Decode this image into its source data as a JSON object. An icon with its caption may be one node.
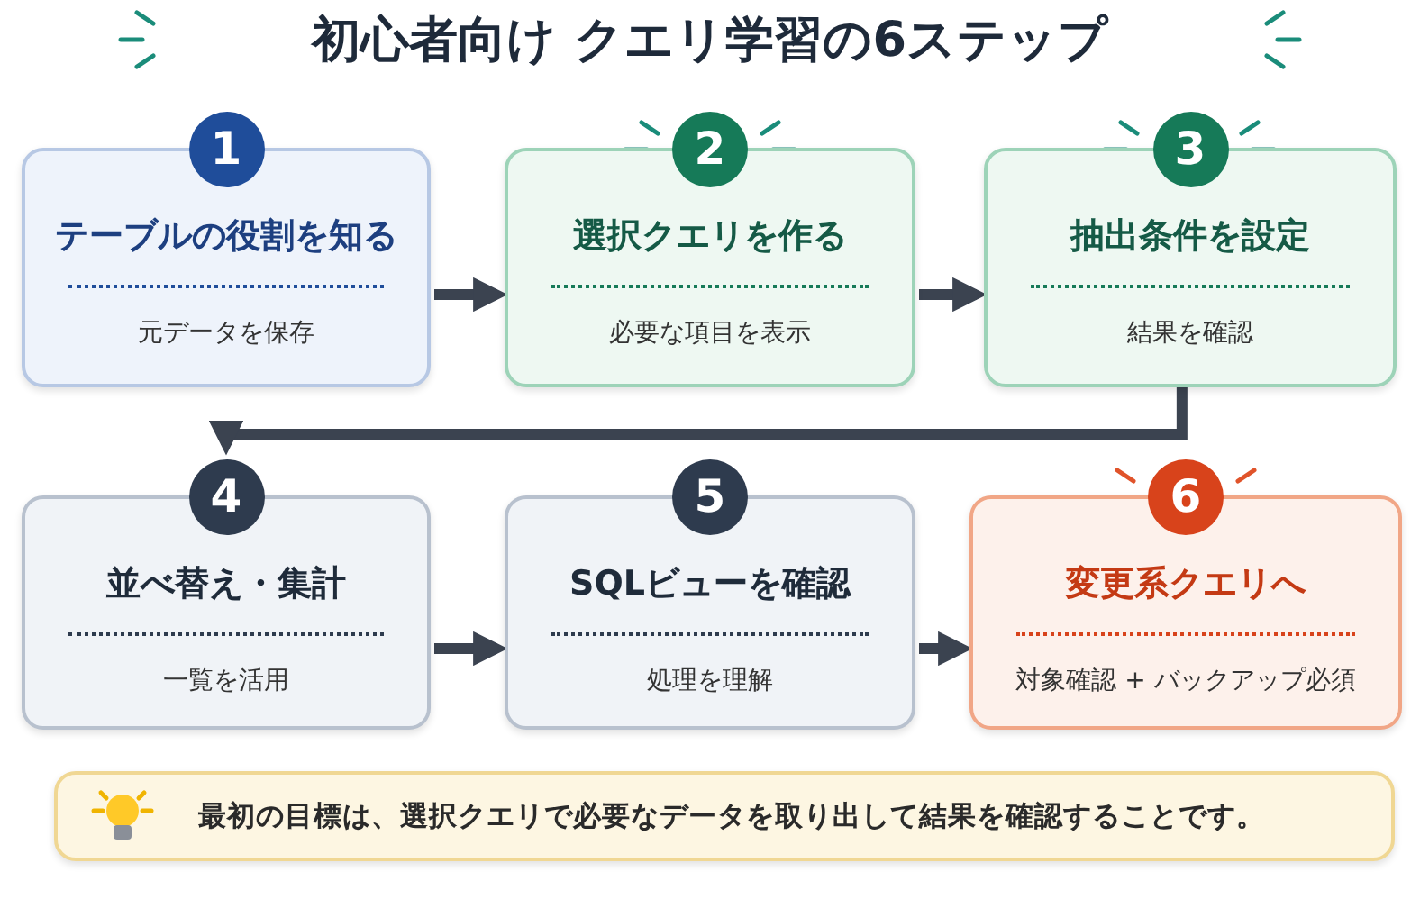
{
  "diagram": {
    "title": "初心者向け クエリ学習の6ステップ",
    "nodes": [
      {
        "text": [
          "1",
          "テーブルの役割を知る",
          "元データを保存"
        ]
      },
      {
        "text": [
          "2",
          "選択クエリを作る",
          "必要な項目を表示"
        ]
      },
      {
        "text": [
          "3",
          "抽出条件を設定",
          "結果を確認"
        ]
      },
      {
        "text": [
          "4",
          "並べ替え・集計",
          "一覧を活用"
        ]
      },
      {
        "text": [
          "5",
          "SQLビューを確認",
          "処理を理解"
        ]
      },
      {
        "text": [
          "6",
          "変更系クエリへ",
          "対象確認 + バックアップ必須"
        ]
      },
      {
        "text": [
          "最初の目標は、選択クエリで必要なデータを取り出して結果を確認することです。"
        ]
      }
    ],
    "edges": [
      {
        "from": 0,
        "to": 1,
        "arrow": "to"
      },
      {
        "from": 1,
        "to": 2,
        "arrow": "to"
      },
      {
        "from": 2,
        "to": 3,
        "arrow": "to"
      },
      {
        "from": 3,
        "to": 4,
        "arrow": "to"
      },
      {
        "from": 4,
        "to": 5,
        "arrow": "to"
      }
    ]
  }
}
